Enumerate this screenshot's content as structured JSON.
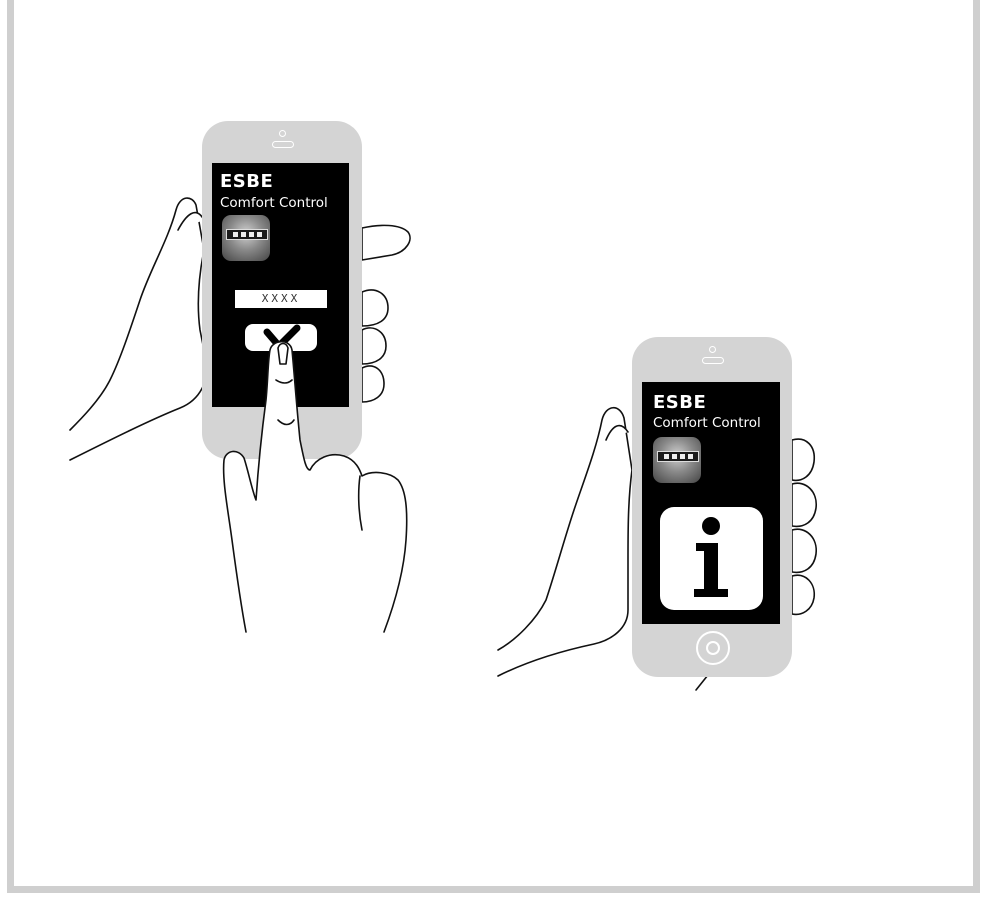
{
  "phone_left": {
    "title": "ESBE",
    "subtitle": "Comfort Control",
    "code_placeholder": "XXXX"
  },
  "phone_right": {
    "title": "ESBE",
    "subtitle": "Comfort Control"
  },
  "colors": {
    "frame": "#cfcfcf",
    "phone_body": "#d4d4d4",
    "screen": "#000000"
  },
  "icons": [
    "checkmark-icon",
    "info-icon",
    "home-button-icon",
    "app-icon"
  ]
}
